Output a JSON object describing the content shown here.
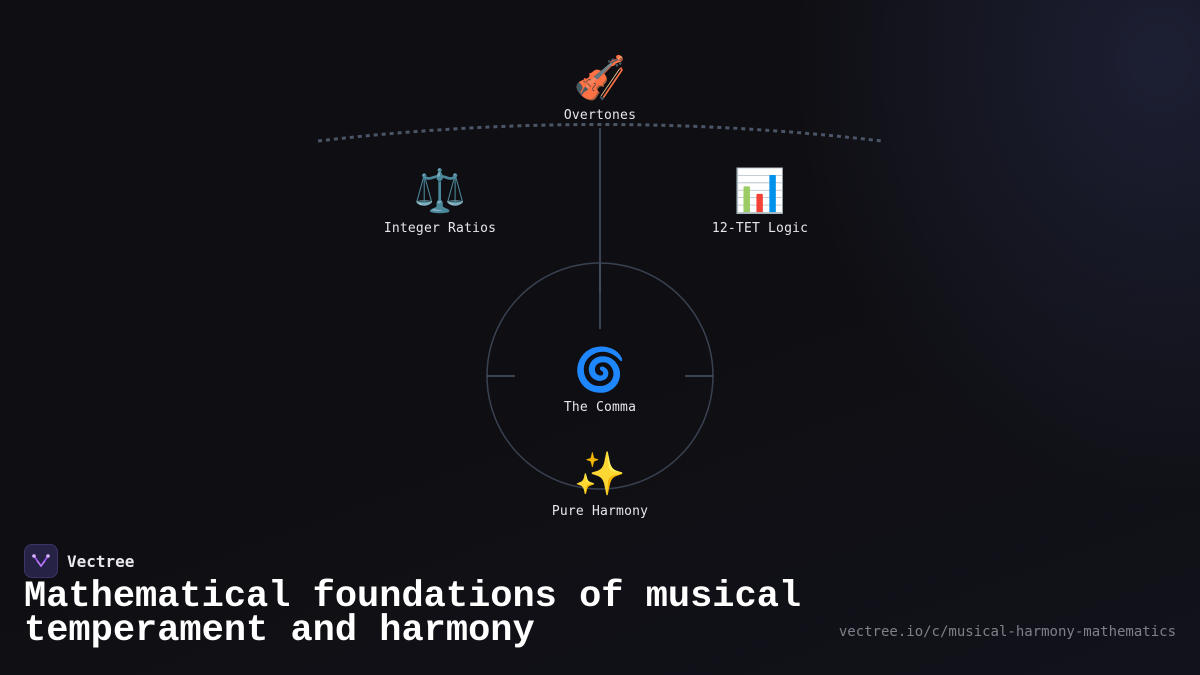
{
  "diagram": {
    "nodes": [
      {
        "id": "overtones",
        "emoji": "🎻",
        "label": "Overtones",
        "icon": "violin-icon"
      },
      {
        "id": "integer-ratios",
        "emoji": "⚖️",
        "label": "Integer Ratios",
        "icon": "balance-scale-icon"
      },
      {
        "id": "12tet-logic",
        "emoji": "📊",
        "label": "12-TET Logic",
        "icon": "bar-chart-icon"
      },
      {
        "id": "the-comma",
        "emoji": "🌀",
        "label": "The Comma",
        "icon": "spiral-icon"
      },
      {
        "id": "pure-harmony",
        "emoji": "✨",
        "label": "Pure Harmony",
        "icon": "sparkles-icon"
      }
    ],
    "line_color": "#4a5568",
    "circle_color": "#3a4252"
  },
  "brand": {
    "name": "Vectree",
    "logo_icon": "vectree-logo-icon"
  },
  "title": "Mathematical foundations of musical temperament and harmony",
  "url": "vectree.io/c/musical-harmony-mathematics"
}
